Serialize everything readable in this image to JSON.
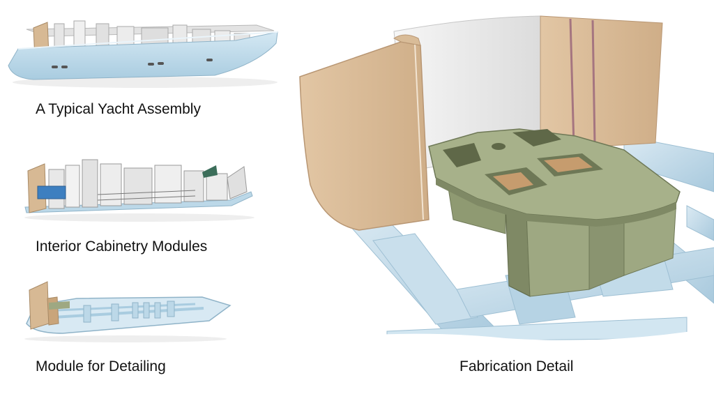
{
  "captions": {
    "typical_yacht_assembly": "A Typical Yacht Assembly",
    "interior_cabinetry_modules": "Interior Cabinetry Modules",
    "module_for_detailing": "Module for Detailing",
    "fabrication_detail": "Fabrication Detail"
  },
  "colors": {
    "hull_blue": "#bfdbea",
    "bulkhead_white": "#ececec",
    "panel_tan": "#dcbf9c",
    "cabinet_green": "#9ea882",
    "cabinet_green_dark": "#7f8965",
    "accent_blue": "#3d7fc0",
    "stripe_mauve": "#a57580"
  }
}
